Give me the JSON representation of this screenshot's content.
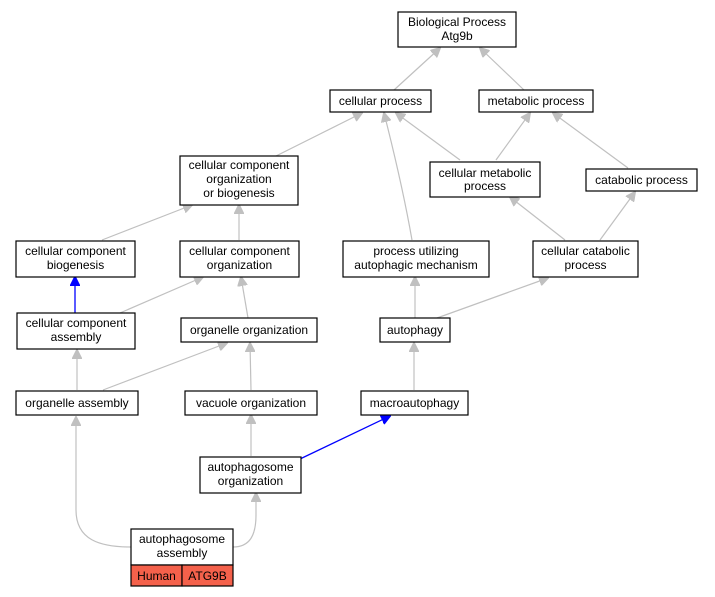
{
  "colors": {
    "regular_edge": "#c0c0c0",
    "highlight_edge": "#0000ff",
    "tag_fill": "#f4614b"
  },
  "nodes": {
    "root": {
      "lines": [
        "Biological Process",
        "Atg9b"
      ]
    },
    "cellular_process": {
      "lines": [
        "cellular process"
      ]
    },
    "metabolic_process": {
      "lines": [
        "metabolic process"
      ]
    },
    "ccob": {
      "lines": [
        "cellular component",
        "organization",
        "or biogenesis"
      ]
    },
    "cellular_metabolic_process": {
      "lines": [
        "cellular metabolic",
        "process"
      ]
    },
    "catabolic_process": {
      "lines": [
        "catabolic process"
      ]
    },
    "cc_biogenesis": {
      "lines": [
        "cellular component",
        "biogenesis"
      ]
    },
    "cc_organization": {
      "lines": [
        "cellular component",
        "organization"
      ]
    },
    "process_utilizing": {
      "lines": [
        "process utilizing",
        "autophagic mechanism"
      ]
    },
    "cellular_catabolic_process": {
      "lines": [
        "cellular catabolic",
        "process"
      ]
    },
    "cc_assembly": {
      "lines": [
        "cellular component",
        "assembly"
      ]
    },
    "organelle_organization": {
      "lines": [
        "organelle organization"
      ]
    },
    "autophagy": {
      "lines": [
        "autophagy"
      ]
    },
    "organelle_assembly": {
      "lines": [
        "organelle assembly"
      ]
    },
    "vacuole_organization": {
      "lines": [
        "vacuole organization"
      ]
    },
    "macroautophagy": {
      "lines": [
        "macroautophagy"
      ]
    },
    "autophagosome_organization": {
      "lines": [
        "autophagosome",
        "organization"
      ]
    },
    "autophagosome_assembly": {
      "lines": [
        "autophagosome",
        "assembly"
      ],
      "tags": [
        "Human",
        "ATG9B"
      ]
    }
  }
}
